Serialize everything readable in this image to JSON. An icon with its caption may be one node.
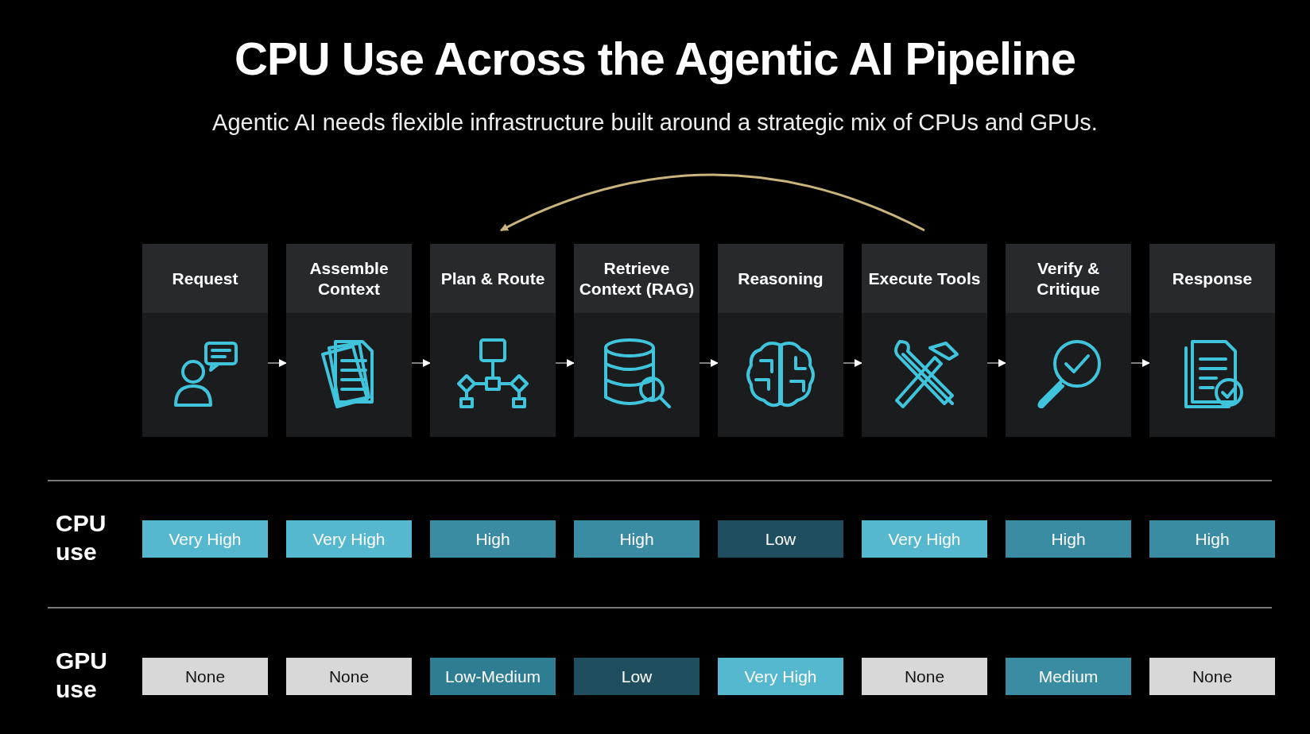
{
  "diagram": {
    "title": "CPU Use Across the Agentic AI Pipeline",
    "nodes": [
      {
        "text": [
          "Request"
        ]
      },
      {
        "text": [
          "Assemble Context"
        ]
      },
      {
        "text": [
          "Plan & Route"
        ]
      },
      {
        "text": [
          "Retrieve Context (RAG)"
        ]
      },
      {
        "text": [
          "Reasoning"
        ]
      },
      {
        "text": [
          "Execute Tools"
        ]
      },
      {
        "text": [
          "Verify & Critique"
        ]
      },
      {
        "text": [
          "Response"
        ]
      }
    ],
    "edges": [
      {
        "from": 0,
        "to": 1,
        "arrow": "to"
      },
      {
        "from": 1,
        "to": 2,
        "arrow": "to"
      },
      {
        "from": 2,
        "to": 3,
        "arrow": "to"
      },
      {
        "from": 3,
        "to": 4,
        "arrow": "to"
      },
      {
        "from": 4,
        "to": 5,
        "arrow": "to"
      },
      {
        "from": 5,
        "to": 6,
        "arrow": "to"
      },
      {
        "from": 6,
        "to": 7,
        "arrow": "to"
      },
      {
        "from": 5,
        "to": 2,
        "arrow": "to",
        "color": "#c9b47e"
      }
    ],
    "labels": [
      "Agentic AI needs flexible infrastructure built around a strategic mix of CPUs and GPUs.",
      "CPU use",
      "Very High",
      "Very High",
      "High",
      "High",
      "Low",
      "Very High",
      "High",
      "High",
      "GPU use",
      "None",
      "None",
      "Low-Medium",
      "Low",
      "Very High",
      "None",
      "Medium",
      "None"
    ]
  }
}
